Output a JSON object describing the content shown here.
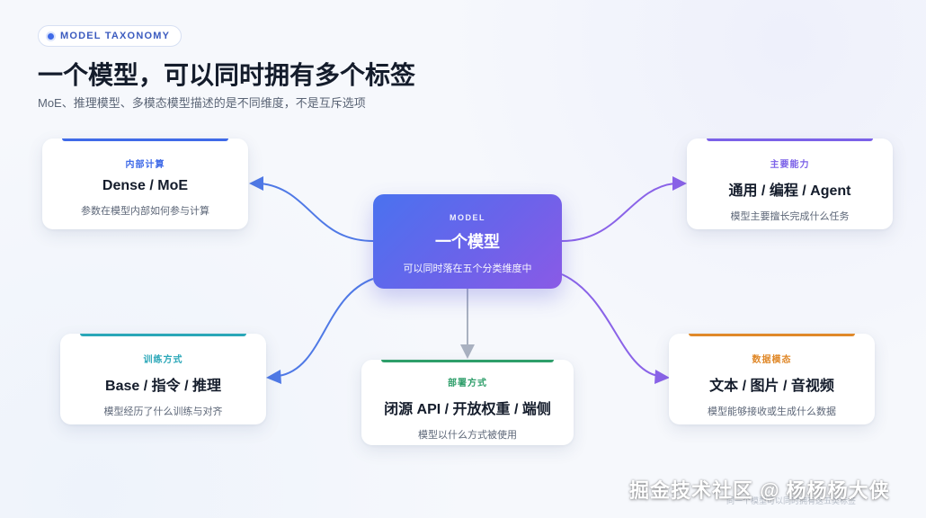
{
  "header": {
    "tag": "MODEL TAXONOMY",
    "title": "一个模型，可以同时拥有多个标签",
    "subtitle": "MoE、推理模型、多模态模型描述的是不同维度，不是互斥选项"
  },
  "center": {
    "label": "MODEL",
    "title": "一个模型",
    "desc": "可以同时落在五个分类维度中",
    "gradient": [
      "#4a72ef",
      "#8a5ae6"
    ]
  },
  "nodes": {
    "compute": {
      "label": "内部计算",
      "title": "Dense / MoE",
      "desc": "参数在模型内部如何参与计算",
      "color": "#3f6ae8"
    },
    "capability": {
      "label": "主要能力",
      "title": "通用 / 编程 / Agent",
      "desc": "模型主要擅长完成什么任务",
      "color": "#7b61e8"
    },
    "training": {
      "label": "训练方式",
      "title": "Base / 指令 / 推理",
      "desc": "模型经历了什么训练与对齐",
      "color": "#2aa7b8"
    },
    "deployment": {
      "label": "部署方式",
      "title": "闭源 API / 开放权重 / 端侧",
      "desc": "模型以什么方式被使用",
      "color": "#2e9e6a"
    },
    "modality": {
      "label": "数据模态",
      "title": "文本 / 图片 / 音视频",
      "desc": "模型能够接收或生成什么数据",
      "color": "#e0892a"
    }
  },
  "connector_colors": {
    "blue": "#4f79e6",
    "purple": "#8a63e8",
    "gray": "#a9b1c0"
  },
  "footer": {
    "faint_note": "同一个模型可以同时拥有这五类标签",
    "watermark": "掘金技术社区 @ 杨杨杨大侠"
  }
}
